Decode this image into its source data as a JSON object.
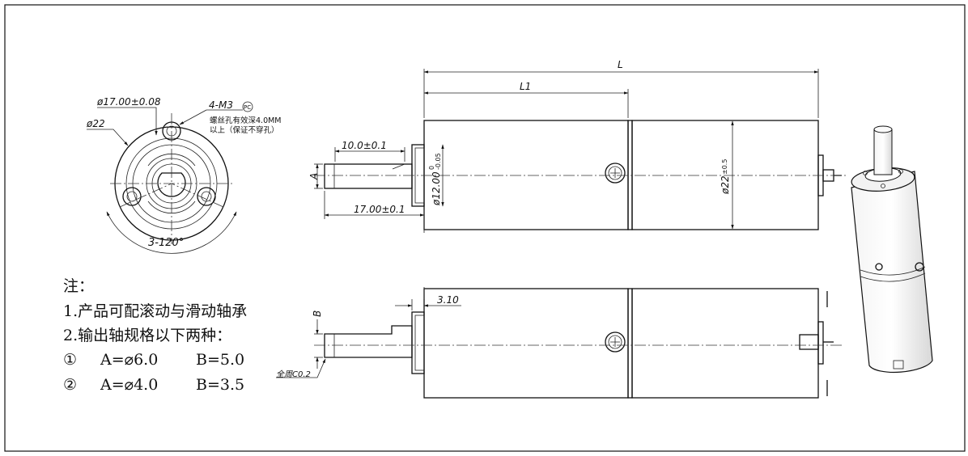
{
  "front_view": {
    "dia_hole_circle": "ø17.00±0.08",
    "dia_body": "ø22",
    "thread_spec": "4-M3",
    "thread_circled": "PC",
    "thread_note_1": "螺丝孔有效深4.0MM",
    "thread_note_2": "以上（保证不穿孔）",
    "angle": "3-120°"
  },
  "side_view_top": {
    "overall_length": "L",
    "gearbox_length": "L1",
    "shaft_length_flat": "10.0±0.1",
    "shaft_length": "17.00±0.1",
    "shaft_label": "A",
    "boss_dia": "ø12.00",
    "boss_tol_top": "0",
    "boss_tol_bottom": "-0.05",
    "motor_dia": "ø22",
    "motor_dia_tol": "±0.5"
  },
  "side_view_bottom": {
    "boss_length": "3.10",
    "shaft_label": "B",
    "chamfer": "全周C0.2"
  },
  "notes": {
    "title": "注：",
    "line1": "1.产品可配滚动与滑动轴承",
    "line2": "2.输出轴规格以下两种：",
    "opt1_marker": "①",
    "opt1_a": "A=⌀6.0",
    "opt1_b": "B=5.0",
    "opt2_marker": "②",
    "opt2_a": "A=⌀4.0",
    "opt2_b": "B=3.5"
  }
}
